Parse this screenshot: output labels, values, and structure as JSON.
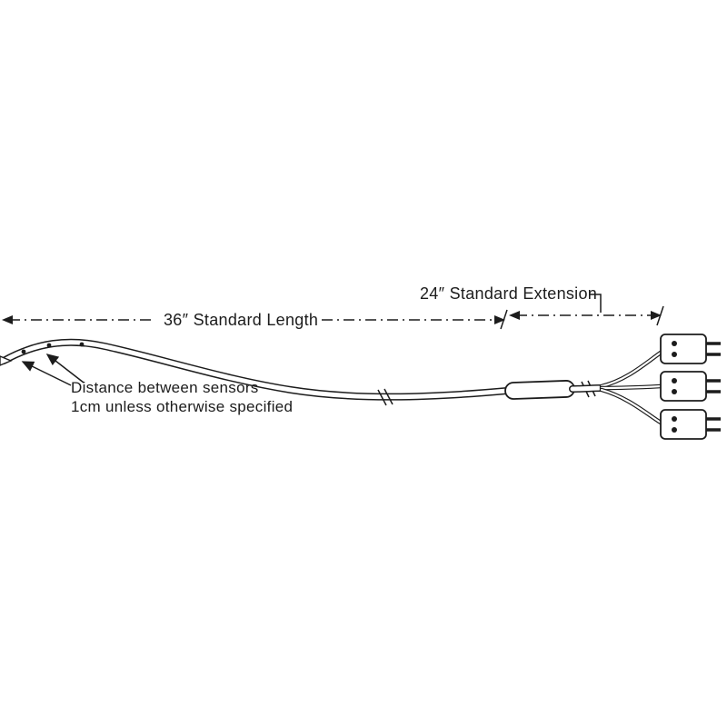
{
  "diagram": {
    "title": "multi-sensor-probe-with-extension-cable",
    "labels": {
      "length_label": "36″ Standard Length",
      "extension_label": "24″ Standard Extension",
      "note_line1": "Distance between sensors",
      "note_line2": "1cm unless otherwise specified"
    },
    "components": {
      "connector_count": "3",
      "sensor_dot_count": "3"
    }
  },
  "colors": {
    "ink": "#1c1c1c",
    "paper": "#ffffff"
  }
}
